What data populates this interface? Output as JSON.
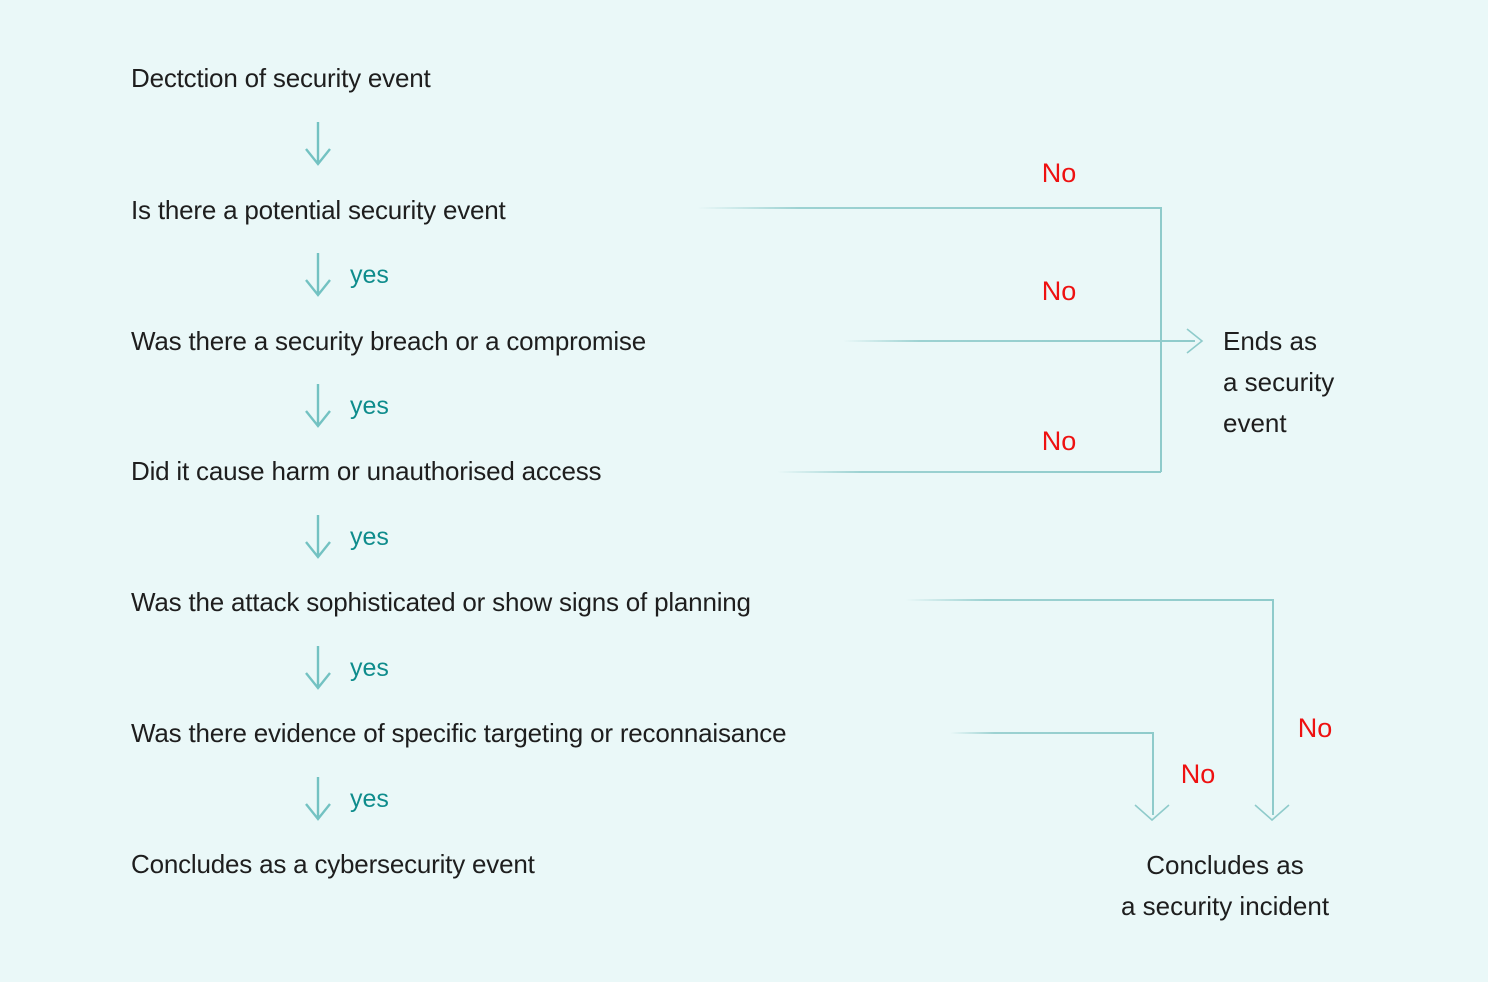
{
  "colors": {
    "background": "#EAF8F8",
    "text": "#1E1E1E",
    "arrow_teal": "#73C2C2",
    "line_teal": "#8FCBCB",
    "yes_teal": "#0E8C8C",
    "no_red": "#EE1111"
  },
  "flowchart": {
    "steps": [
      "Dectction of security event",
      "Is there a potential security event",
      "Was there a security breach or a compromise",
      "Did it cause harm or unauthorised access",
      "Was the attack sophisticated or show signs of planning",
      "Was there evidence of specific targeting or reconnaisance",
      "Concludes as a cybersecurity event"
    ],
    "yes_label": "yes",
    "no_label": "No",
    "end_event": {
      "line1": "Ends as",
      "line2": "a security",
      "line3": "event"
    },
    "end_incident": {
      "line1": "Concludes as",
      "line2": "a security incident"
    }
  }
}
